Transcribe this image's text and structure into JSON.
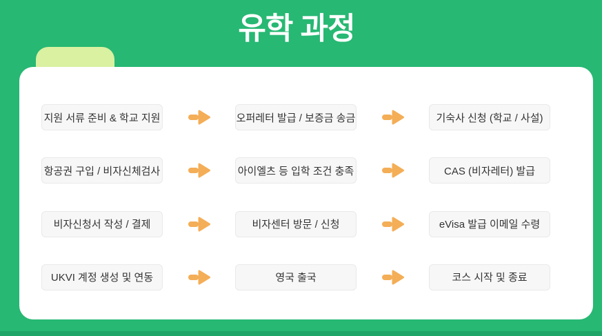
{
  "title": "유학 과정",
  "colors": {
    "background": "#27b873",
    "background_bottom": "#1fa567",
    "tab": "#d9f1a1",
    "card": "#ffffff",
    "box_bg": "#f7f7f7",
    "box_border": "#e9e9e9",
    "box_text": "#333333",
    "arrow": "#f4ae57",
    "title_text": "#ffffff"
  },
  "flow": {
    "rows": [
      {
        "steps": [
          "지원 서류 준비 & 학교 지원",
          "오퍼레터 발급 / 보증금 송금",
          "기숙사 신청 (학교 / 사설)"
        ]
      },
      {
        "steps": [
          "항공권 구입 / 비자신체검사",
          "아이엘츠 등 입학 조건 충족",
          "CAS (비자레터) 발급"
        ]
      },
      {
        "steps": [
          "비자신청서 작성 / 결제",
          "비자센터 방문 / 신청",
          "eVisa 발급 이메일 수령"
        ]
      },
      {
        "steps": [
          "UKVI 계정 생성 및 연동",
          "영국 출국",
          "코스 시작 및 종료"
        ]
      }
    ]
  }
}
